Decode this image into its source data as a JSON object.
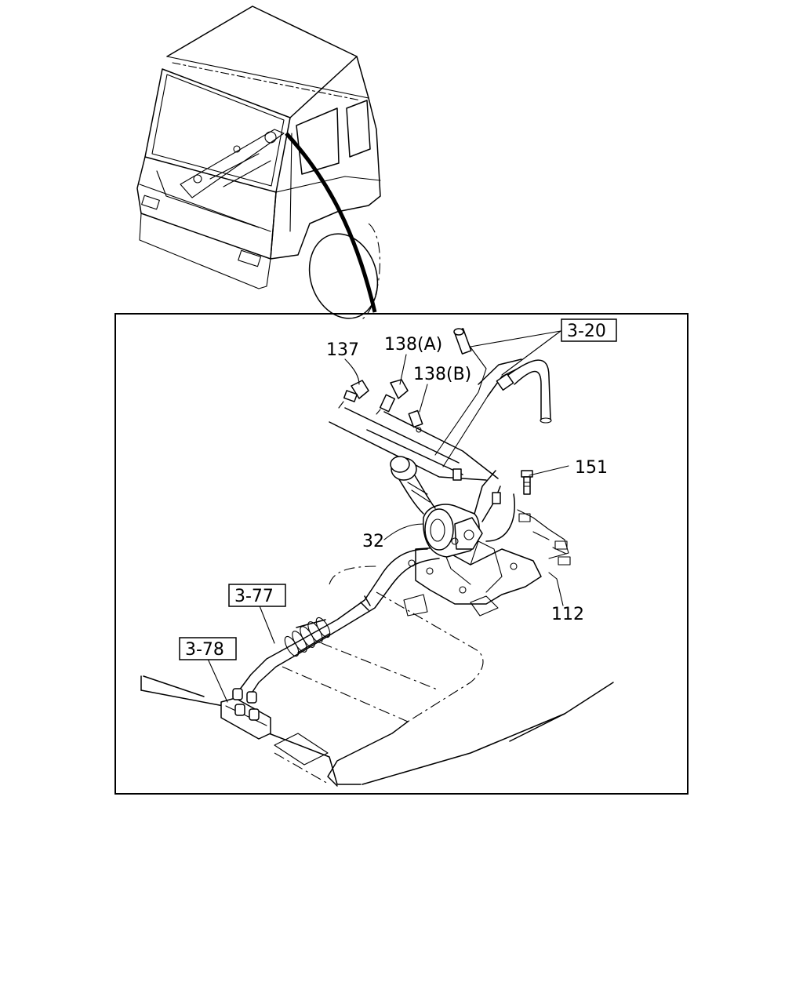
{
  "labels": {
    "p137": "137",
    "p138a": "138(A)",
    "p138b": "138(B)",
    "p151": "151",
    "p32": "32",
    "p112": "112"
  },
  "refs": {
    "r320": "3-20",
    "r377": "3-77",
    "r378": "3-78"
  }
}
